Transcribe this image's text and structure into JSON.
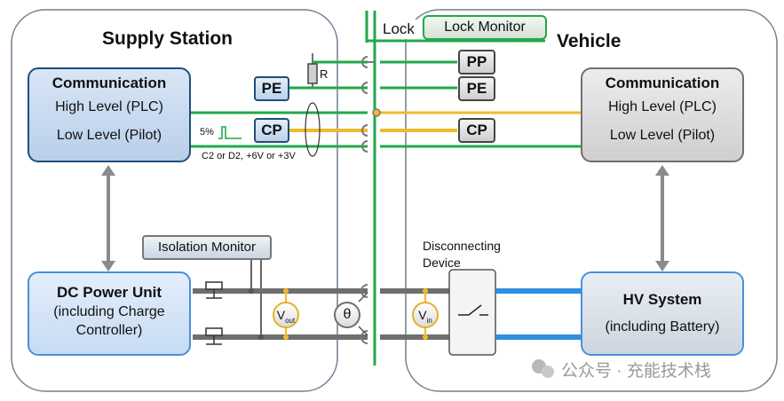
{
  "supply_station": {
    "title": "Supply Station",
    "communication": {
      "title": "Communication",
      "high_level": "High Level (PLC)",
      "low_level": "Low Level (Pilot)"
    },
    "dc_power_unit": {
      "line1": "DC Power Unit",
      "line2": "(including Charge",
      "line3": "Controller)"
    },
    "isolation_monitor": "Isolation Monitor"
  },
  "vehicle": {
    "title": "Vehicle",
    "communication": {
      "title": "Communication",
      "high_level": "High Level (PLC)",
      "low_level": "Low Level (Pilot)"
    },
    "hv_system": {
      "line1": "HV System",
      "line2": "(including Battery)"
    }
  },
  "connector": {
    "lock": "Lock",
    "lock_monitor": "Lock Monitor",
    "pp": "PP",
    "pe_station": "PE",
    "pe_vehicle": "PE",
    "cp_station": "CP",
    "cp_vehicle": "CP",
    "resistor": "R",
    "pwm_duty": "5%",
    "cp_states": "C2 or D2, +6V or +3V"
  },
  "power_path": {
    "v_out_main": "V",
    "v_out_sub": "out",
    "theta": "θ",
    "v_in_main": "V",
    "v_in_sub": "in",
    "disconnecting_device_line1": "Disconnecting",
    "disconnecting_device_line2": "Device"
  },
  "watermark": "公众号 · 充能技术栈",
  "colors": {
    "signal_green": "#22a84a",
    "plc_yellow": "#f2b92b",
    "power_grey": "#6e6e6e",
    "hv_blue": "#2f8fe0",
    "box_border": "#1f4f7a"
  }
}
